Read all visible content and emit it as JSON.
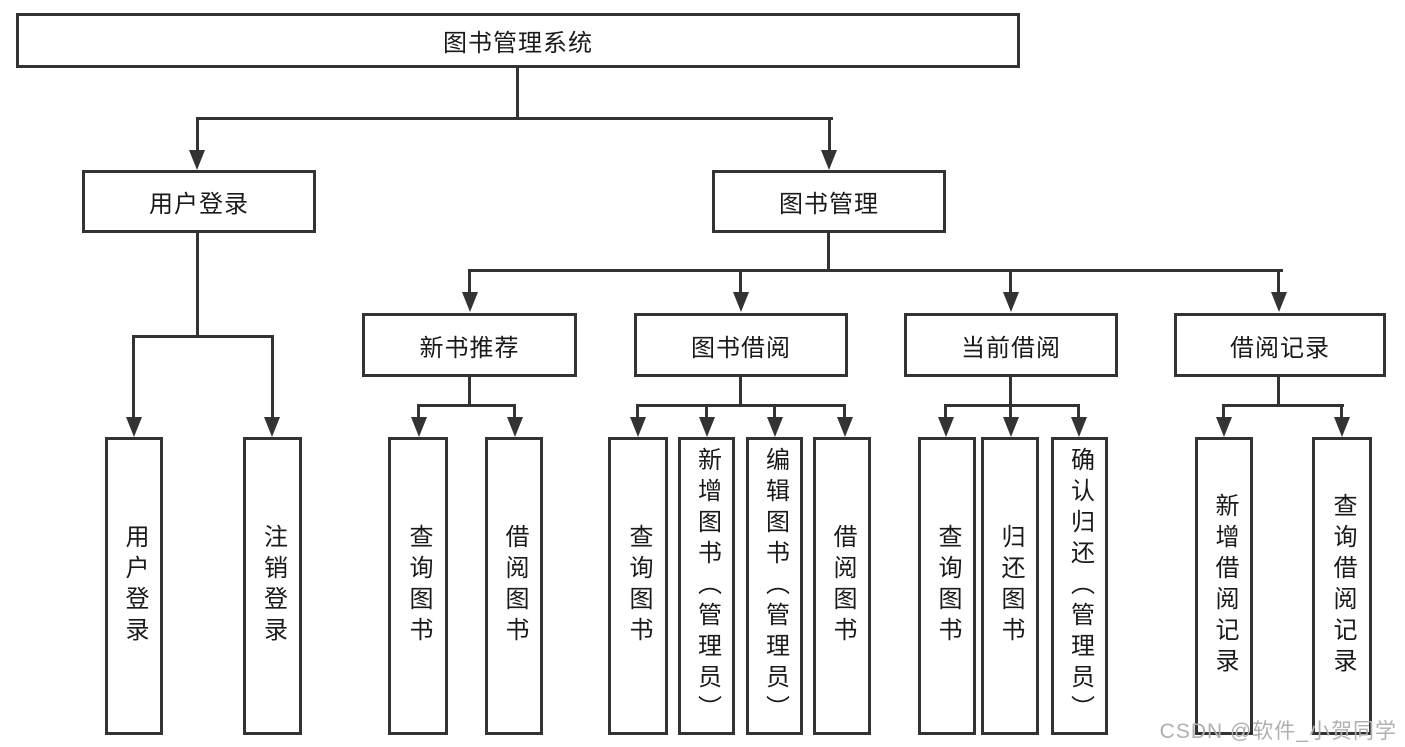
{
  "diagram": {
    "root": {
      "label": "图书管理系统"
    },
    "level2": {
      "user_login": {
        "label": "用户登录"
      },
      "book_mgmt": {
        "label": "图书管理"
      }
    },
    "level3": {
      "new_books": {
        "label": "新书推荐"
      },
      "borrowing": {
        "label": "图书借阅"
      },
      "current": {
        "label": "当前借阅"
      },
      "records": {
        "label": "借阅记录"
      }
    },
    "leaves": {
      "user_login": {
        "label": "用户登录"
      },
      "logout": {
        "label": "注销登录"
      },
      "nb_query": {
        "label": "查询图书"
      },
      "nb_borrow": {
        "label": "借阅图书"
      },
      "bb_query": {
        "label": "查询图书"
      },
      "bb_add": {
        "label": "新增图书（管理员）"
      },
      "bb_edit": {
        "label": "编辑图书（管理员）"
      },
      "bb_borrow": {
        "label": "借阅图书"
      },
      "cb_query": {
        "label": "查询图书"
      },
      "cb_return": {
        "label": "归还图书"
      },
      "cb_confirm": {
        "label": "确认归还（管理员）"
      },
      "br_add": {
        "label": "新增借阅记录"
      },
      "br_query": {
        "label": "查询借阅记录"
      }
    },
    "watermark": "CSDN @软件_小贺同学",
    "colors": {
      "line": "#333333",
      "text": "#1a1a1a",
      "background": "#ffffff",
      "watermark": "#b0b0b0"
    }
  }
}
